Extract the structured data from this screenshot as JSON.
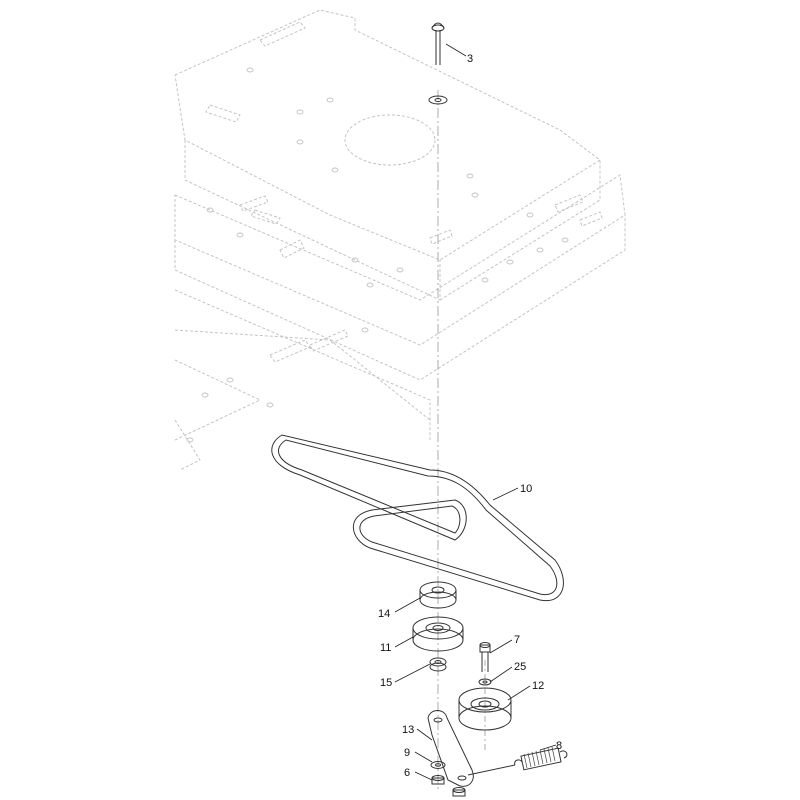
{
  "callouts": [
    {
      "id": "c3",
      "text": "3"
    },
    {
      "id": "c10",
      "text": "10"
    },
    {
      "id": "c14",
      "text": "14"
    },
    {
      "id": "c11",
      "text": "11"
    },
    {
      "id": "c7",
      "text": "7"
    },
    {
      "id": "c25",
      "text": "25"
    },
    {
      "id": "c15",
      "text": "15"
    },
    {
      "id": "c12",
      "text": "12"
    },
    {
      "id": "c13",
      "text": "13"
    },
    {
      "id": "c8",
      "text": "8"
    },
    {
      "id": "c9",
      "text": "9"
    },
    {
      "id": "c6",
      "text": "6"
    }
  ],
  "colors": {
    "line": "#333333",
    "ghost": "#c4c4c4",
    "text": "#111111"
  }
}
